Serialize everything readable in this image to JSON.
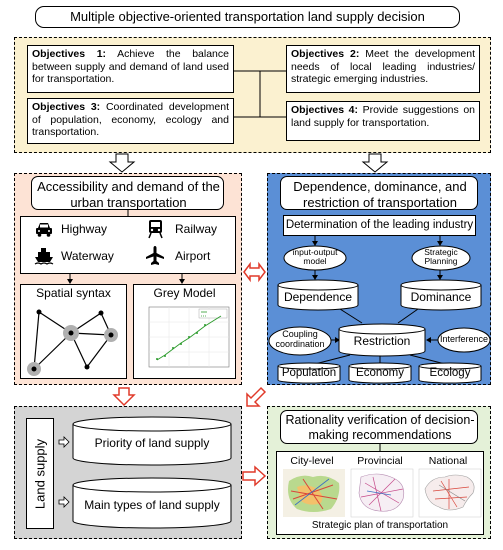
{
  "title": "Multiple objective-oriented transportation land supply decision",
  "objectives": {
    "o1": {
      "label": "Objectives 1:",
      "text": "Achieve the balance between supply and demand of land used for transportation."
    },
    "o2": {
      "label": "Objectives 2:",
      "text": "Meet the development needs of local leading industries/ strategic emerging industries."
    },
    "o3": {
      "label": "Objectives 3:",
      "text": "Coordinated development of population, economy, ecology and transportation."
    },
    "o4": {
      "label": "Objectives 4:",
      "text": "Provide suggestions on land supply for transportation."
    }
  },
  "accessibility": {
    "title": "Accessibility and demand of the urban transportation",
    "modes": [
      "Highway",
      "Railway",
      "Waterway",
      "Airport"
    ],
    "spatial_syntax": "Spatial syntax",
    "grey_model": "Grey Model"
  },
  "dependence": {
    "title": "Dependence, dominance, and restriction of transportation",
    "leading": "Determination of the leading industry",
    "io_model": "input-output model",
    "strategic": "Strategic Planning",
    "dependence": "Dependence",
    "dominance": "Dominance",
    "coupling": "Coupling coordination",
    "restriction": "Restriction",
    "interference": "Interference",
    "population": "Population",
    "economy": "Economy",
    "ecology": "Ecology"
  },
  "land_supply": {
    "label": "Land supply",
    "priority": "Priority of land supply",
    "types": "Main types of land supply"
  },
  "rationality": {
    "title": "Rationality verification of decision-making recommendations",
    "levels": [
      "City-level",
      "Provincial",
      "National"
    ],
    "footer": "Strategic plan of transportation"
  },
  "colors": {
    "yellow_bg": "#fbf1d0",
    "peach_bg": "#fde3d5",
    "blue_bg": "#5b8fd6",
    "gray_bg": "#d4d4d4",
    "green_bg": "#e4f1d8",
    "red_arrow": "#e03a2a",
    "cylinder_fill": "#ffffff"
  }
}
